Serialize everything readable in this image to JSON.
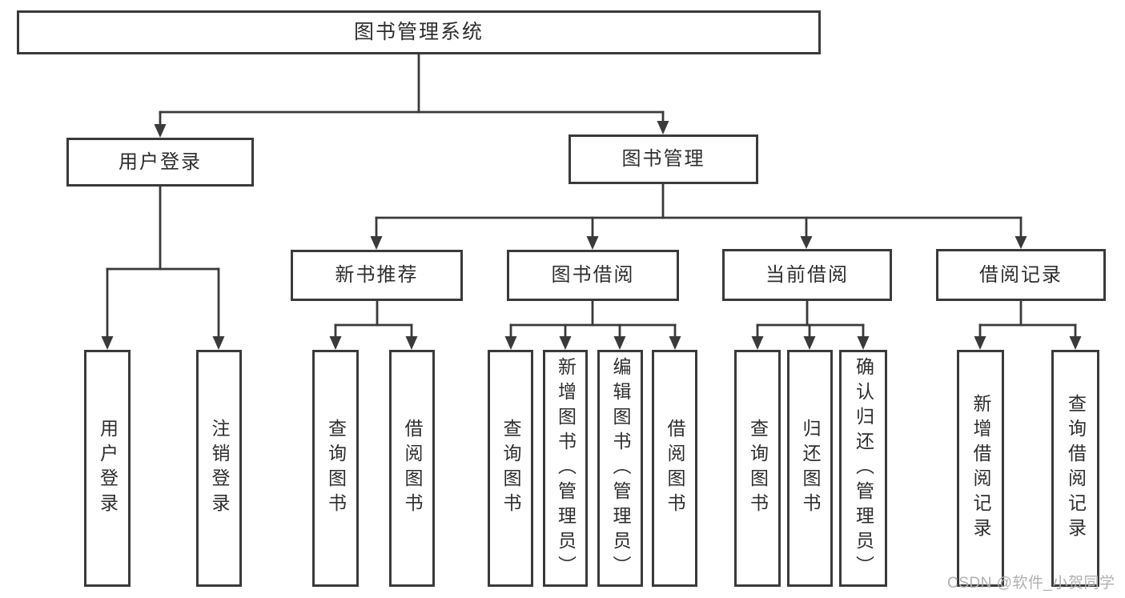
{
  "tree": {
    "root": {
      "label": "图书管理系统"
    },
    "children": [
      {
        "label": "用户登录",
        "children": [
          {
            "label": "用户登录"
          },
          {
            "label": "注销登录"
          }
        ]
      },
      {
        "label": "图书管理",
        "children": [
          {
            "label": "新书推荐",
            "children": [
              {
                "label": "查询图书"
              },
              {
                "label": "借阅图书"
              }
            ]
          },
          {
            "label": "图书借阅",
            "children": [
              {
                "label": "查询图书"
              },
              {
                "label": "新增图书（管理员）"
              },
              {
                "label": "编辑图书（管理员）"
              },
              {
                "label": "借阅图书"
              }
            ]
          },
          {
            "label": "当前借阅",
            "children": [
              {
                "label": "查询图书"
              },
              {
                "label": "归还图书"
              },
              {
                "label": "确认归还（管理员）"
              }
            ]
          },
          {
            "label": "借阅记录",
            "children": [
              {
                "label": "新增借阅记录"
              },
              {
                "label": "查询借阅记录"
              }
            ]
          }
        ]
      }
    ]
  },
  "watermark": {
    "text": "CSDN @软件_小贺同学"
  },
  "colors": {
    "line": "#3a3a3a",
    "text": "#2e2e2e",
    "watermark": "#b0b0b0",
    "background": "#ffffff"
  }
}
